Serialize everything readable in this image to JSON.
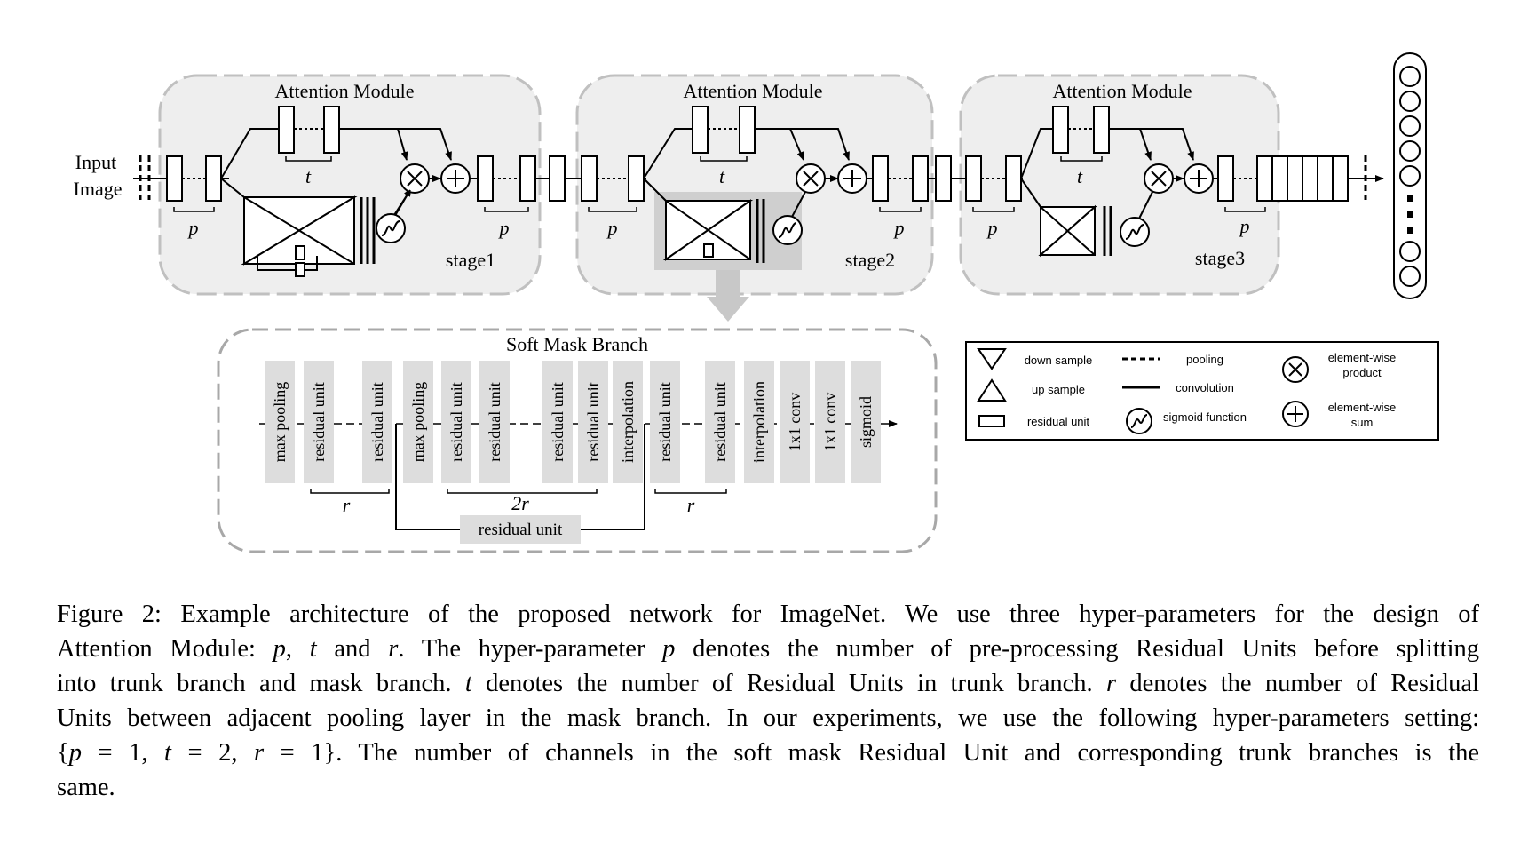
{
  "figure": {
    "input_label_line1": "Input",
    "input_label_line2": "Image",
    "modules": [
      {
        "title": "Attention Module",
        "stage": "stage1"
      },
      {
        "title": "Attention Module",
        "stage": "stage2"
      },
      {
        "title": "Attention Module",
        "stage": "stage3"
      }
    ],
    "param_p": "p",
    "param_t": "t",
    "param_r": "r",
    "param_2r": "2r",
    "soft_mask": {
      "title": "Soft Mask Branch",
      "units": [
        "max pooling",
        "residual unit",
        "residual unit",
        "max pooling",
        "residual unit",
        "residual unit",
        "residual unit",
        "residual unit",
        "interpolation",
        "residual unit",
        "residual unit",
        "interpolation",
        "1x1 conv",
        "1x1 conv",
        "sigmoid"
      ],
      "skip_label": "residual unit"
    },
    "legend": {
      "down_sample": "down sample",
      "up_sample": "up sample",
      "residual_unit": "residual unit",
      "pooling": "pooling",
      "convolution": "convolution",
      "sigmoid_function": "sigmoid function",
      "elementwise_product_1": "element-wise",
      "elementwise_product_2": "product",
      "elementwise_sum_1": "element-wise",
      "elementwise_sum_2": "sum"
    }
  },
  "caption": {
    "line1": "Figure 2: Example architecture of the proposed network for ImageNet. We use three hyper-parameters for the design of",
    "line2_a": "Attention Module: ",
    "line2_p": "p",
    "line2_b": ", ",
    "line2_t": "t",
    "line2_c": " and ",
    "line2_r": "r",
    "line2_d": ". The hyper-parameter ",
    "line2_p2": "p",
    "line2_e": " denotes the number of pre-processing Residual Units before splitting",
    "line3_a": "into trunk branch and mask branch. ",
    "line3_t": "t",
    "line3_b": " denotes the number of Residual Units in trunk branch. ",
    "line3_r": "r",
    "line3_c": " denotes the number of Residual",
    "line4": "Units between adjacent pooling layer in the mask branch. In our experiments, we use the following hyper-parameters setting:",
    "line5_a": "{",
    "line5_p": "p",
    "line5_b": " = 1, ",
    "line5_t": "t",
    "line5_c": " = 2, ",
    "line5_r": "r",
    "line5_d": " = 1}. The number of channels in the soft mask Residual Unit and corresponding trunk branches is the",
    "line6": "same."
  }
}
